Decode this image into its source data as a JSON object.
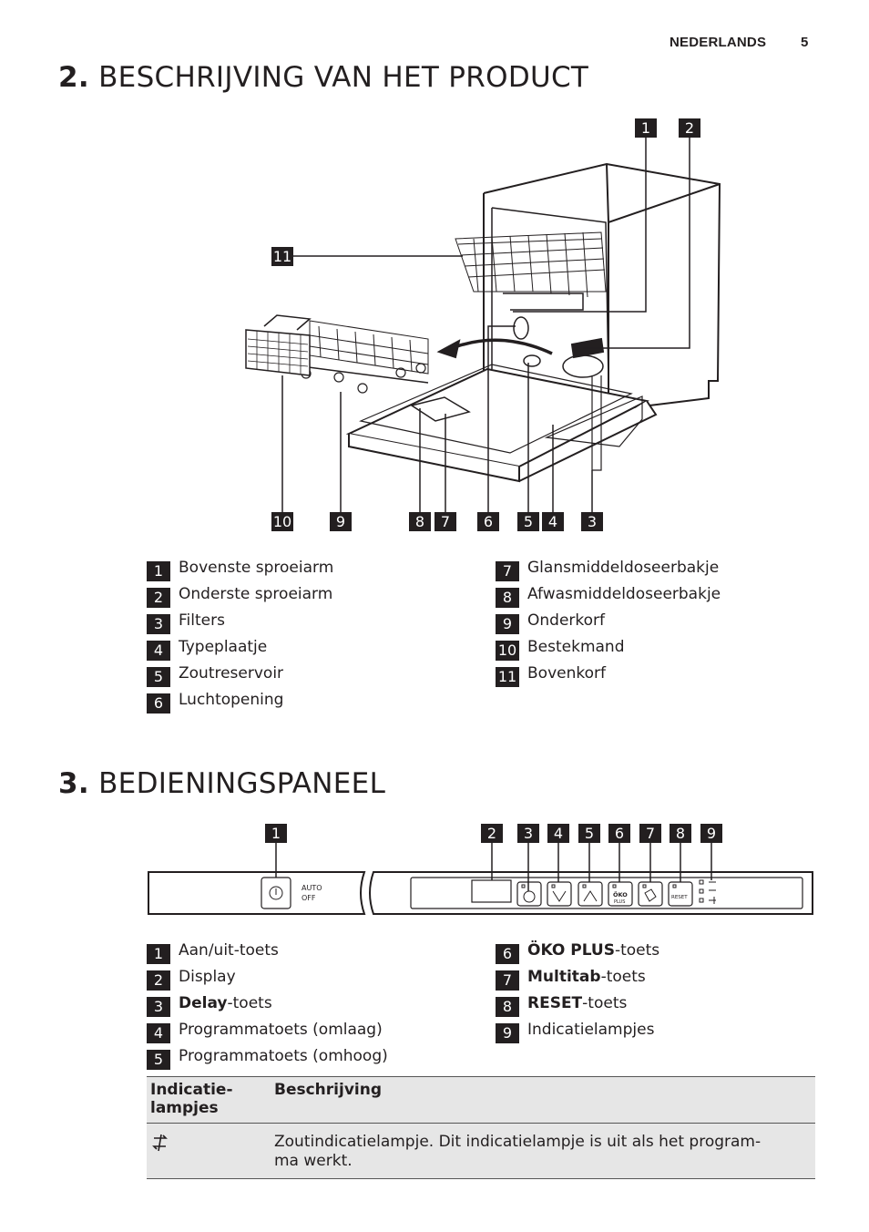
{
  "header": {
    "language": "NEDERLANDS",
    "page_number": "5"
  },
  "section2": {
    "number": "2.",
    "title": "BESCHRIJVING VAN HET PRODUCT",
    "callouts": [
      "1",
      "2",
      "11",
      "10",
      "9",
      "8",
      "7",
      "6",
      "5",
      "4",
      "3"
    ],
    "legend": [
      {
        "num": "1",
        "label": "Bovenste sproeiarm"
      },
      {
        "num": "2",
        "label": "Onderste sproeiarm"
      },
      {
        "num": "3",
        "label": "Filters"
      },
      {
        "num": "4",
        "label": "Typeplaatje"
      },
      {
        "num": "5",
        "label": "Zoutreservoir"
      },
      {
        "num": "6",
        "label": "Luchtopening"
      },
      {
        "num": "7",
        "label": "Glansmiddeldoseerbakje"
      },
      {
        "num": "8",
        "label": "Afwasmiddeldoseerbakje"
      },
      {
        "num": "9",
        "label": "Onderkorf"
      },
      {
        "num": "10",
        "label": "Bestekmand"
      },
      {
        "num": "11",
        "label": "Bovenkorf"
      }
    ]
  },
  "section3": {
    "number": "3.",
    "title": "BEDIENINGSPANEEL",
    "callouts": [
      "1",
      "2",
      "3",
      "4",
      "5",
      "6",
      "7",
      "8",
      "9"
    ],
    "panel": {
      "auto_label": "AUTO",
      "off_label": "OFF",
      "oko_label": "ÖKO",
      "plus_label": "PLUS",
      "reset_label": "RESET"
    },
    "legend": [
      {
        "num": "1",
        "bold": "",
        "label": "Aan/uit-toets"
      },
      {
        "num": "2",
        "bold": "",
        "label": "Display"
      },
      {
        "num": "3",
        "bold": "Delay",
        "label": "-toets"
      },
      {
        "num": "4",
        "bold": "",
        "label": "Programmatoets (omlaag)"
      },
      {
        "num": "5",
        "bold": "",
        "label": "Programmatoets (omhoog)"
      },
      {
        "num": "6",
        "bold": "ÖKO PLUS",
        "label": "-toets"
      },
      {
        "num": "7",
        "bold": "Multitab",
        "label": "-toets"
      },
      {
        "num": "8",
        "bold": "RESET",
        "label": "-toets"
      },
      {
        "num": "9",
        "bold": "",
        "label": "Indicatielampjes"
      }
    ],
    "table": {
      "col1_header_line1": "Indicatie-",
      "col1_header_line2": "lampjes",
      "col2_header": "Beschrijving",
      "rows": [
        {
          "icon": "salt-indicator-icon",
          "text_line1": "Zoutindicatielampje. Dit indicatielampje is uit als het program-",
          "text_line2": "ma werkt."
        }
      ]
    }
  }
}
